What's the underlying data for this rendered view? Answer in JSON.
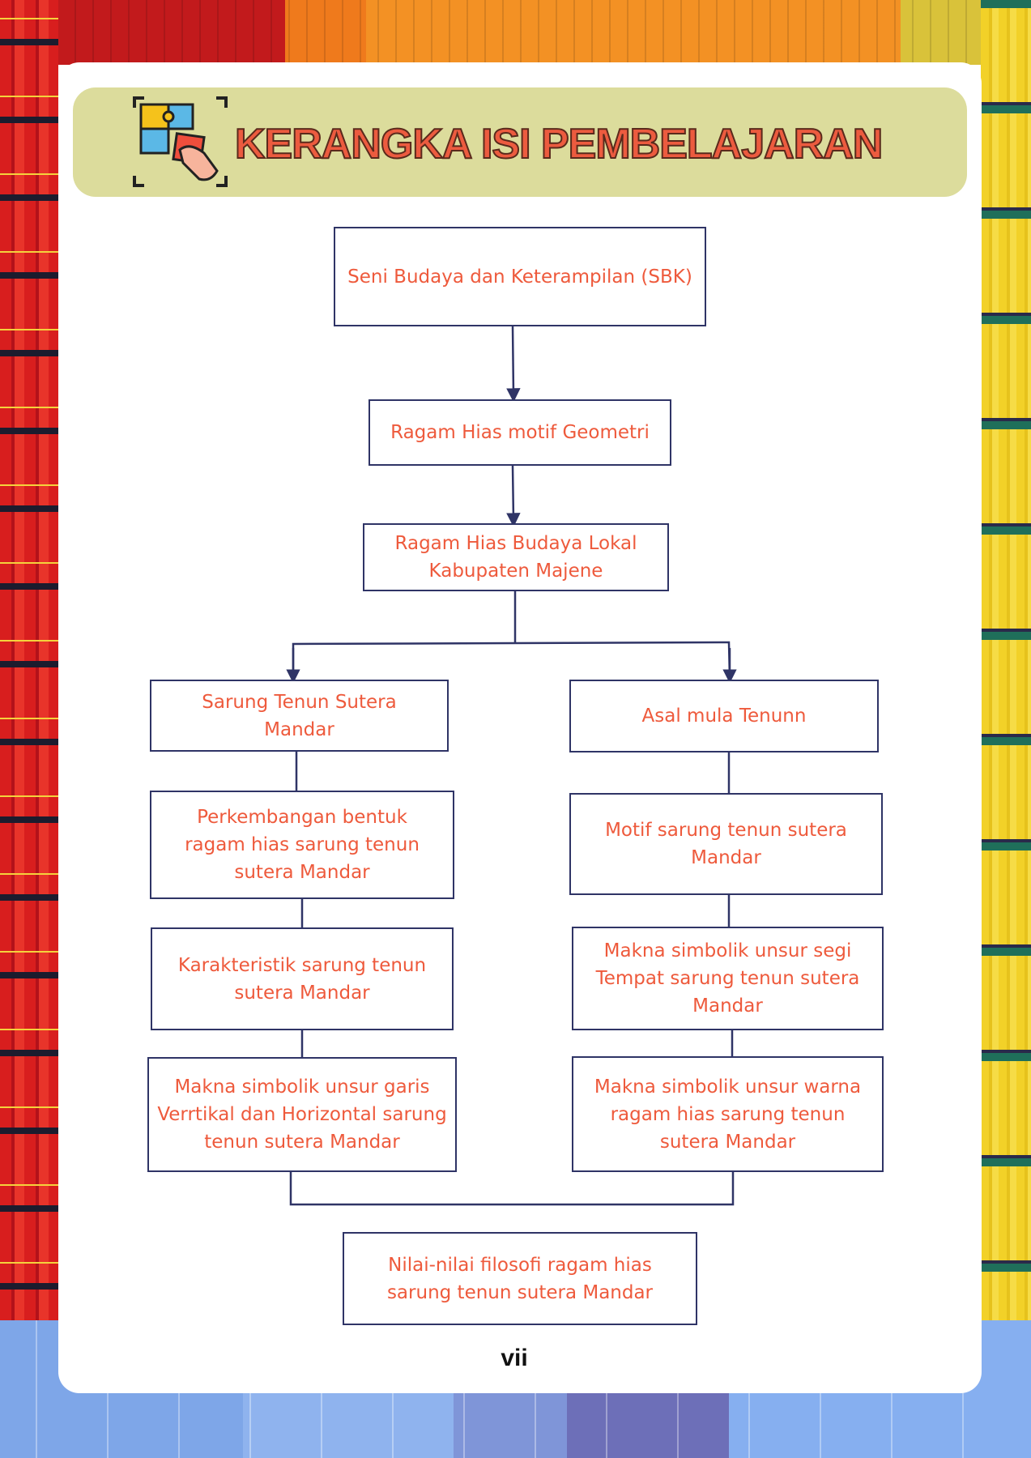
{
  "header": {
    "title": "KERANGKA ISI PEMBELAJARAN",
    "icon": "puzzle-pieces-hand-icon"
  },
  "flowchart": {
    "root": "Seni Budaya dan Keterampilan (SBK)",
    "level2": "Ragam Hias motif Geometri",
    "level3": "Ragam Hias Budaya Lokal Kabupaten Majene",
    "left_branch": [
      "Sarung Tenun Sutera Mandar",
      "Perkembangan bentuk ragam hias sarung tenun sutera Mandar",
      "Karakteristik sarung tenun sutera Mandar",
      "Makna simbolik unsur garis Verrtikal dan Horizontal sarung tenun sutera Mandar"
    ],
    "right_branch": [
      "Asal mula Tenunn",
      "Motif sarung tenun sutera Mandar",
      "Makna simbolik unsur segi Tempat sarung tenun sutera Mandar",
      "Makna simbolik unsur warna ragam hias sarung tenun sutera Mandar"
    ],
    "conclusion": "Nilai-nilai filosofi ragam hias sarung tenun sutera Mandar"
  },
  "footer": {
    "page_number": "vii"
  },
  "colors": {
    "box_text": "#ee5a3c",
    "box_border": "#2f3466",
    "banner": "#dcdc9c",
    "title_fill": "#ec5b3f"
  }
}
